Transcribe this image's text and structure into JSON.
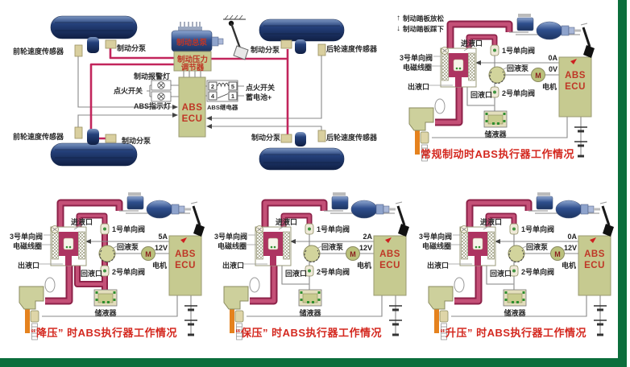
{
  "colors": {
    "pipe_outer": "#8c2148",
    "pipe_inner": "#c45077",
    "ecu_box": "#c6ca90",
    "ecu_text": "#bf3626",
    "caption_red": "#d4281f",
    "brake_line_red": "#c2255c",
    "border_green": "#0b6e3c",
    "orange_disc": "#e5821e",
    "wheel_blue": "#24407a"
  },
  "overview": {
    "labels": {
      "front_sensor": "前轮速度传感器",
      "rear_sensor": "后轮速度传感器",
      "wheel_cylinder": "制动分泵",
      "master_cylinder": "制动总泵",
      "regulator_line1": "制动压力",
      "regulator_line2": "调节器",
      "brake_warning_lamp": "制动报警灯",
      "ignition_switch_left": "点火开关",
      "ignition_switch_right": "点火开关",
      "abs_indicator": "ABS指示灯",
      "ecu_line1": "ABS",
      "ecu_line2": "ECU",
      "abs_relay": "ABS继电器",
      "battery_plus": "蓄电池+",
      "relay_terminals": [
        "2",
        "5",
        "4",
        "1"
      ]
    }
  },
  "shared": {
    "inlet_port": "进液口",
    "valve1": "1号单向阀",
    "valve2": "2号单向阀",
    "valve3": "3号单向阀",
    "solenoid_coil": "电磁线圈",
    "outlet_port": "出液口",
    "return_port": "回液口",
    "return_pump": "回液泵",
    "motor": "电机",
    "motor_symbol": "M",
    "accumulator": "储液器",
    "ecu_line1": "ABS",
    "ecu_line2": "ECU"
  },
  "panels": [
    {
      "id": "normal",
      "current": "0A",
      "voltage": "0V",
      "caption": "常规制动时ABS执行器工作情况",
      "legend": {
        "up_arrow": "↑",
        "up": "制动踏板放松",
        "down_arrow": "↓",
        "down": "制动踏板踩下"
      }
    },
    {
      "id": "decrease",
      "current": "5A",
      "voltage": "12V",
      "caption": "“降压” 时ABS执行器工作情况"
    },
    {
      "id": "hold",
      "current": "2A",
      "voltage": "12V",
      "caption": "“保压” 时ABS执行器工作情况"
    },
    {
      "id": "increase",
      "current": "0A",
      "voltage": "12V",
      "caption": "“升压” 时ABS执行器工作情况"
    }
  ]
}
